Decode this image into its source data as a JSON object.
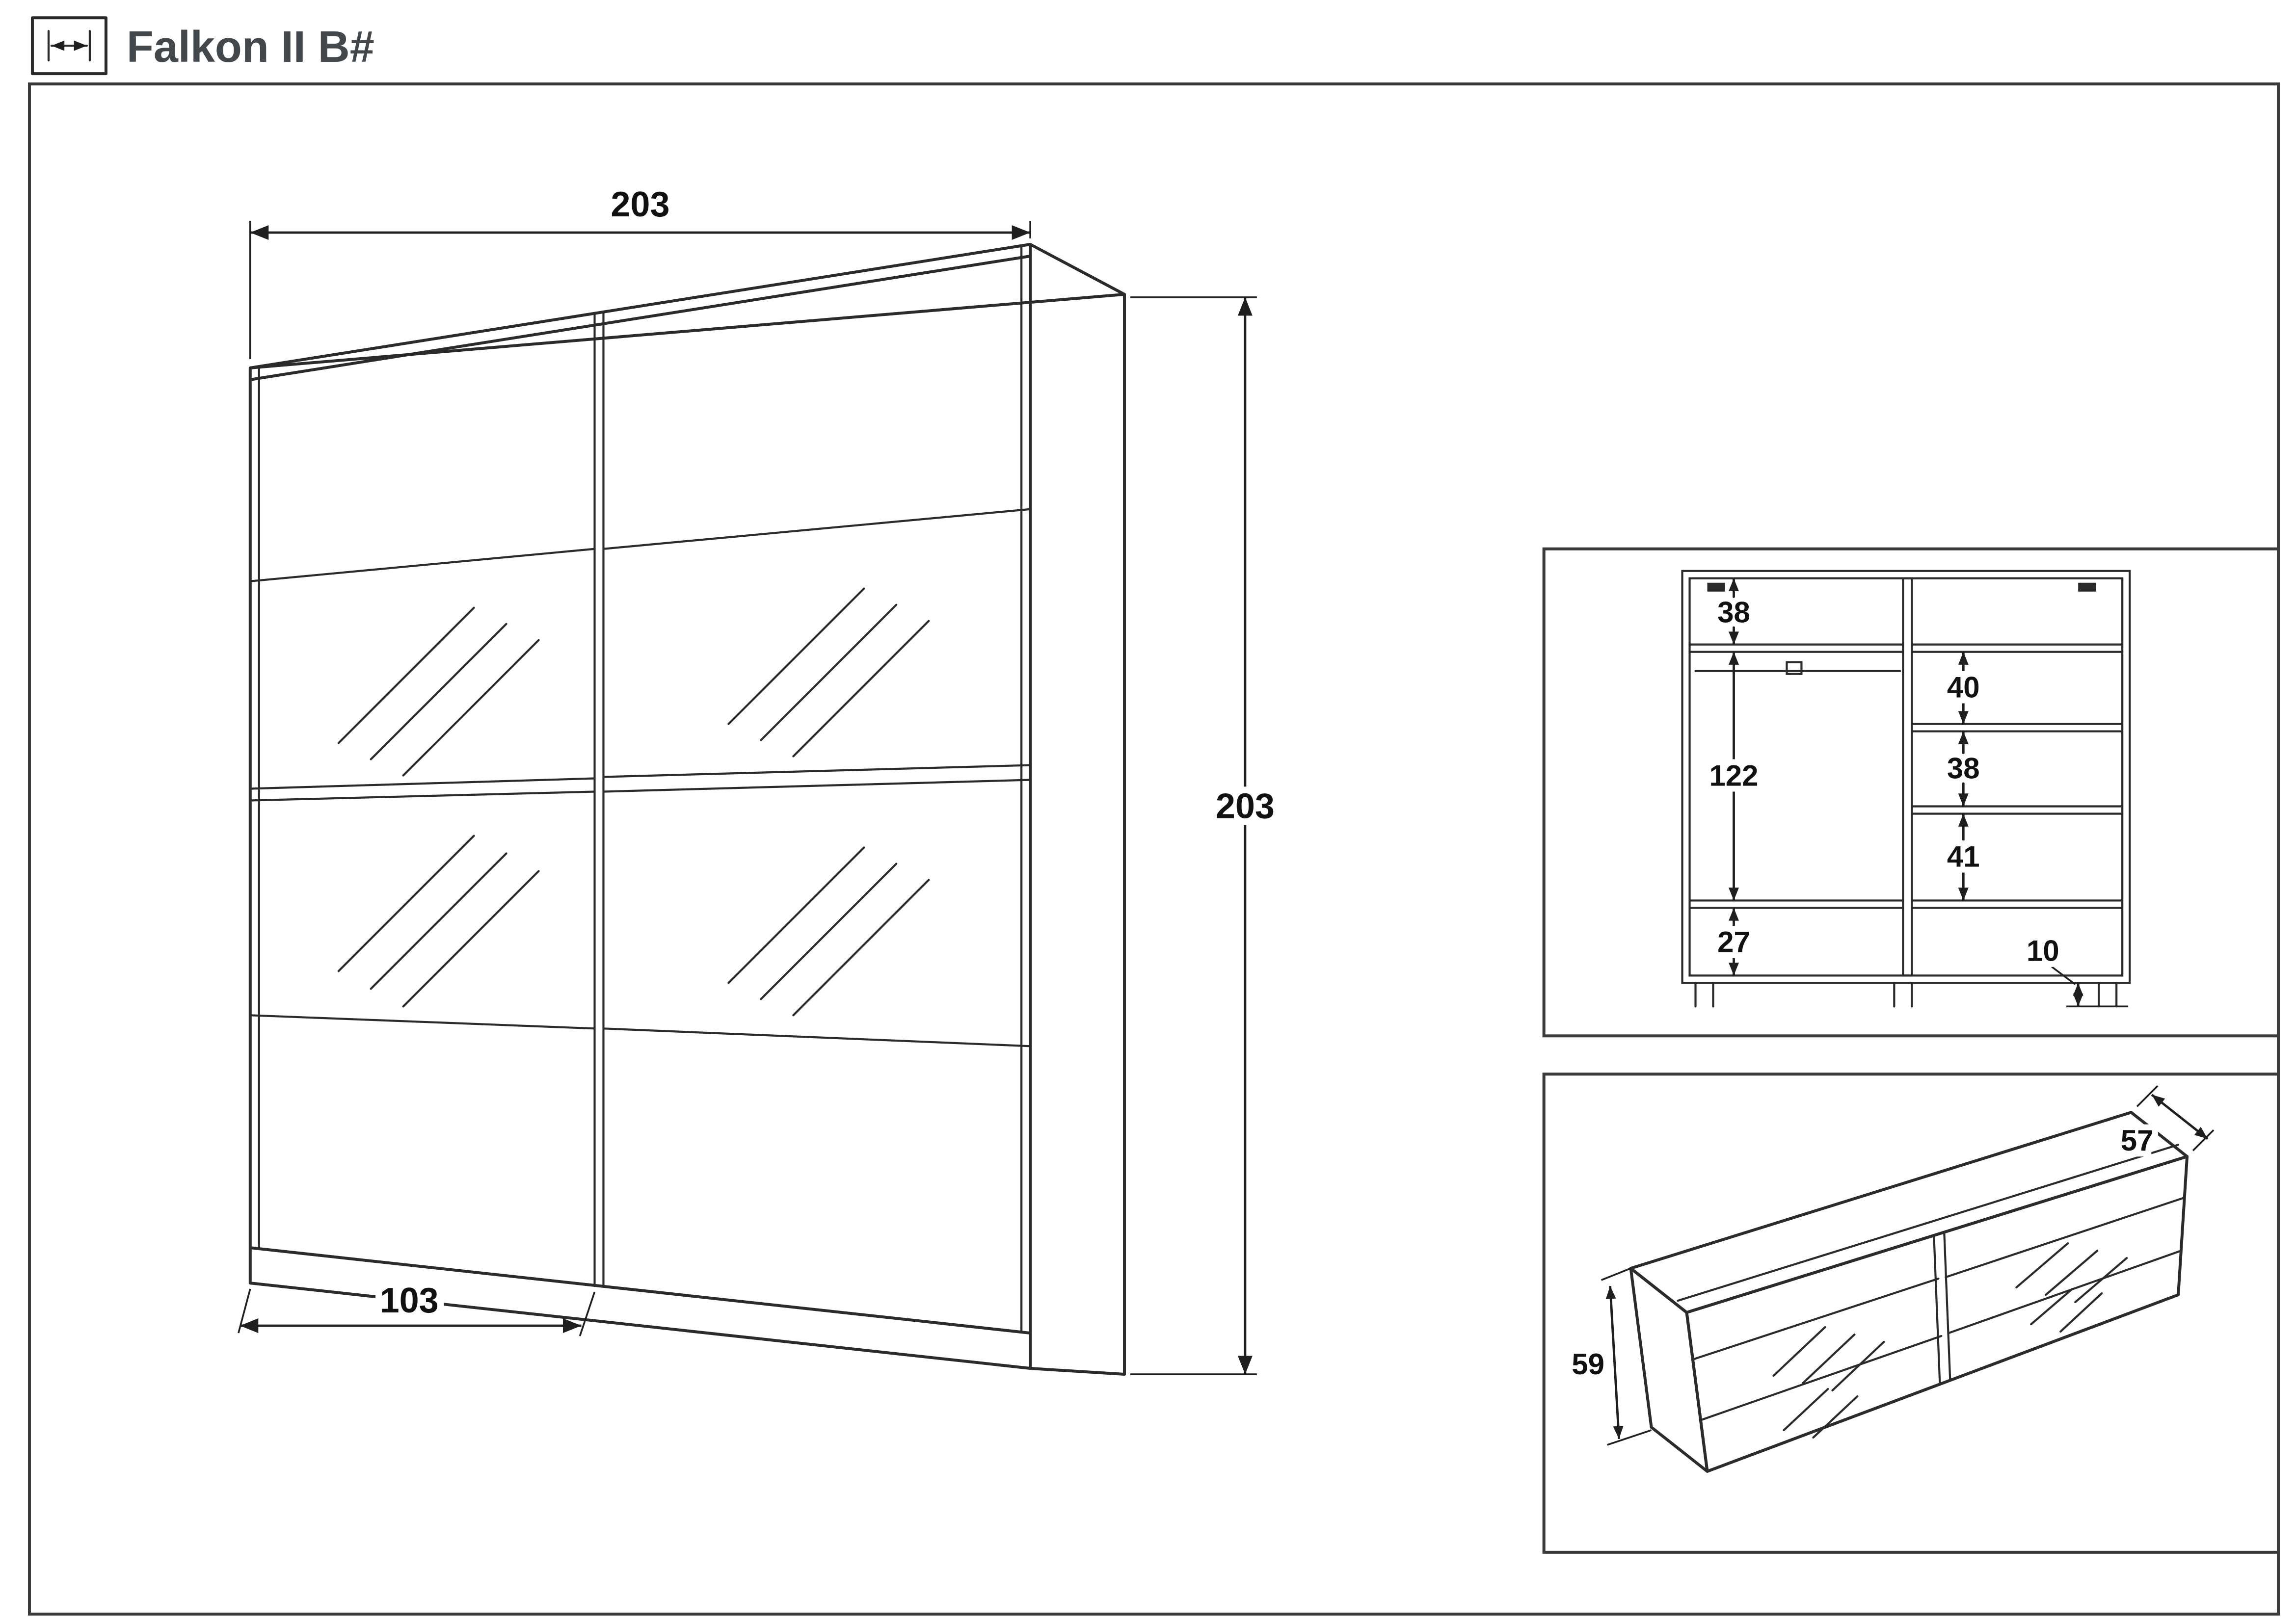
{
  "header": {
    "title": "Falkon II B#",
    "icon": "width-measure-icon"
  },
  "main_view": {
    "description": "wardrobe-front-perspective",
    "width": "203",
    "height": "203",
    "door_width": "103"
  },
  "internal_view": {
    "description": "wardrobe-internal-dimensions-front",
    "top_gap": "38",
    "hanging_height": "122",
    "bottom_gap": "27",
    "right_shelf_gap_top": "40",
    "right_shelf_gap_mid": "38",
    "right_shelf_gap_low": "41",
    "plinth_height": "10"
  },
  "top_view": {
    "description": "wardrobe-top-perspective",
    "carcass_depth": "57",
    "total_depth": "59"
  }
}
